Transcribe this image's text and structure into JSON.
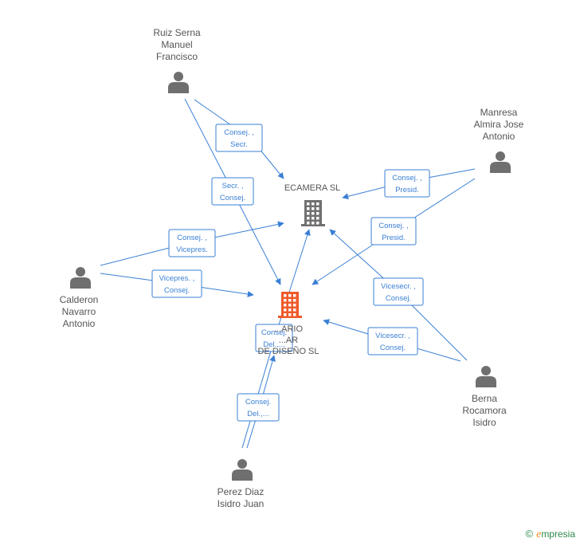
{
  "people": [
    {
      "id": "ruiz",
      "lines": [
        "Ruiz Serna",
        "Manuel",
        "Francisco"
      ]
    },
    {
      "id": "manresa",
      "lines": [
        "Manresa",
        "Almira Jose",
        "Antonio"
      ]
    },
    {
      "id": "calderon",
      "lines": [
        "Calderon",
        "Navarro",
        "Antonio"
      ]
    },
    {
      "id": "berna",
      "lines": [
        "Berna",
        "Rocamora",
        "Isidro"
      ]
    },
    {
      "id": "perez",
      "lines": [
        "Perez Diaz",
        "Isidro Juan"
      ]
    }
  ],
  "companies": [
    {
      "id": "ecamera",
      "lines": [
        "ECAMERA SL"
      ],
      "color": "#707070"
    },
    {
      "id": "main",
      "lines": [
        "...ARIO",
        "...AR",
        "DE DISEÑO SL"
      ],
      "color": "#ee5a2a"
    }
  ],
  "edges": [
    {
      "from": "ruiz",
      "to": "ecamera",
      "lines": [
        "Consej. ,",
        "Secr."
      ]
    },
    {
      "from": "ruiz",
      "to": "main",
      "lines": [
        "Secr. ,",
        "Consej."
      ]
    },
    {
      "from": "manresa",
      "to": "ecamera",
      "lines": [
        "Consej. ,",
        "Presid."
      ]
    },
    {
      "from": "manresa",
      "to": "main",
      "lines": [
        "Consej. ,",
        "Presid."
      ]
    },
    {
      "from": "calderon",
      "to": "ecamera",
      "lines": [
        "Consej. ,",
        "Vicepres."
      ]
    },
    {
      "from": "calderon",
      "to": "main",
      "lines": [
        "Vicepres. ,",
        "Consej."
      ]
    },
    {
      "from": "berna",
      "to": "ecamera",
      "lines": [
        "Vicesecr. ,",
        "Consej."
      ]
    },
    {
      "from": "berna",
      "to": "main",
      "lines": [
        "Vicesecr. ,",
        "Consej."
      ]
    },
    {
      "from": "perez",
      "to": "ecamera",
      "lines": [
        "Consej.",
        "Del.,..."
      ]
    },
    {
      "from": "perez",
      "to": "main",
      "lines": [
        "Consej.",
        "Del.,..."
      ]
    }
  ],
  "brand": {
    "copyright": "©",
    "initial": "e",
    "rest": "mpresia"
  },
  "colors": {
    "edge": "#3a7fd5",
    "person": "#6f6f6f"
  }
}
